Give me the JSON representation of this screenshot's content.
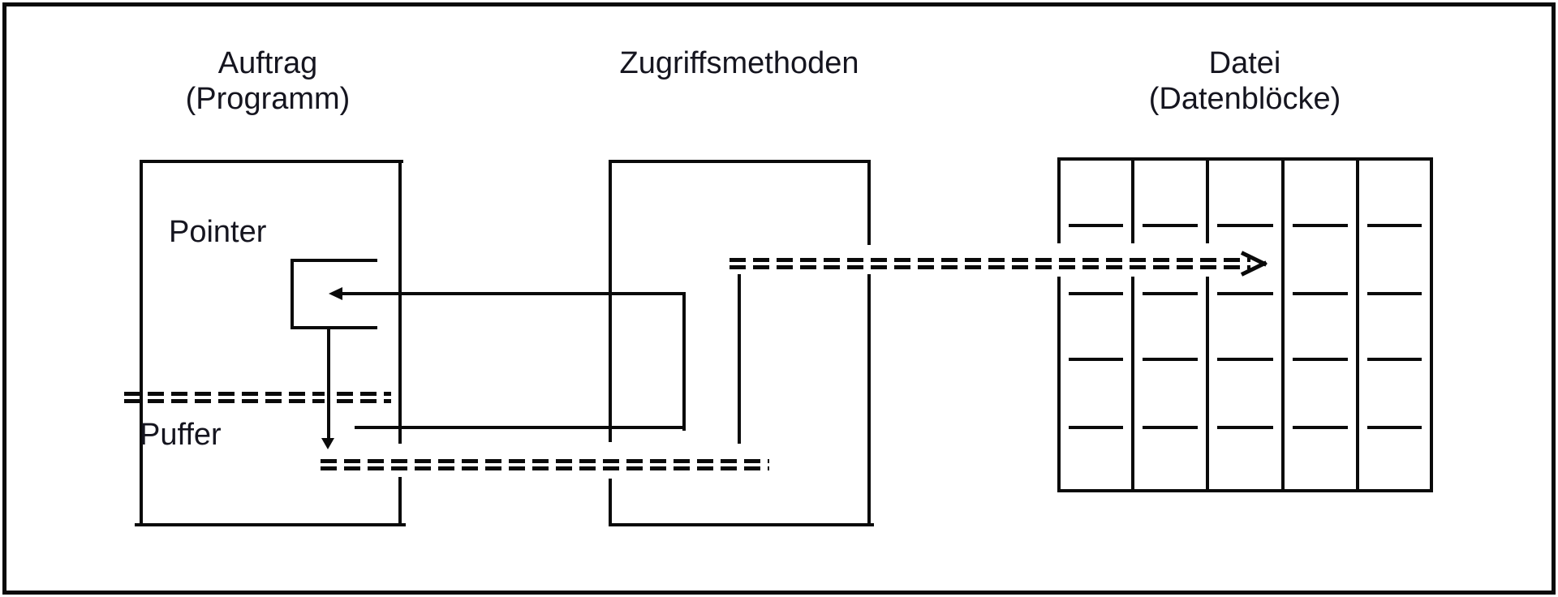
{
  "diagram": {
    "left_column": {
      "title_line1": "Auftrag",
      "title_line2": "(Programm)",
      "pointer_label": "Pointer",
      "buffer_label": "Puffer"
    },
    "middle_column": {
      "title_line1": "Zugriffsmethoden"
    },
    "right_column": {
      "title_line1": "Datei",
      "title_line2": "(Datenblöcke)"
    },
    "colors": {
      "line": "#0a0a0a",
      "text": "#15151f",
      "background": "#ffffff"
    }
  }
}
